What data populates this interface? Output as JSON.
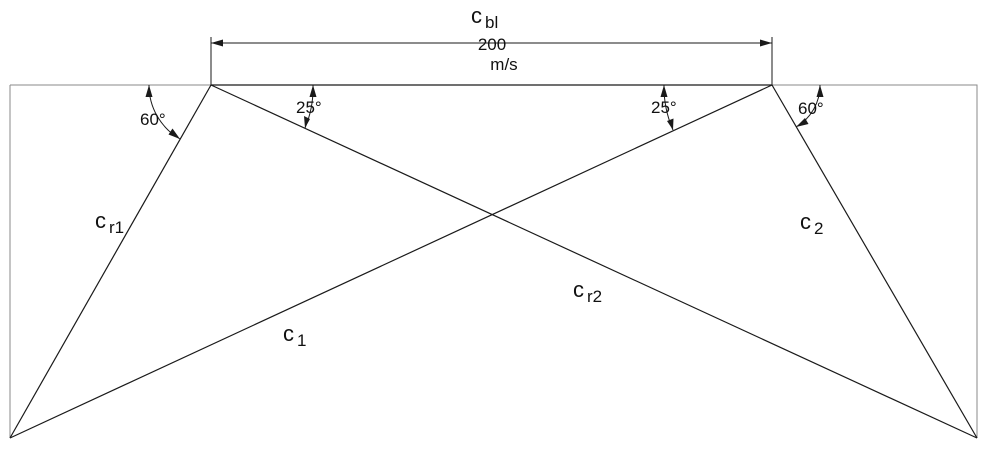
{
  "dimension": {
    "symbol": "c",
    "subscript": "bl",
    "value": "200",
    "unit": "m/s"
  },
  "angles": {
    "left_outer": "60°",
    "left_inner": "25°",
    "right_inner": "25°",
    "right_outer": "60°"
  },
  "velocities": {
    "cr1": {
      "symbol": "c",
      "subscript": "r1"
    },
    "c2": {
      "symbol": "c",
      "subscript": "2"
    },
    "cr2": {
      "symbol": "c",
      "subscript": "r2"
    },
    "c1": {
      "symbol": "c",
      "subscript": "1"
    }
  }
}
